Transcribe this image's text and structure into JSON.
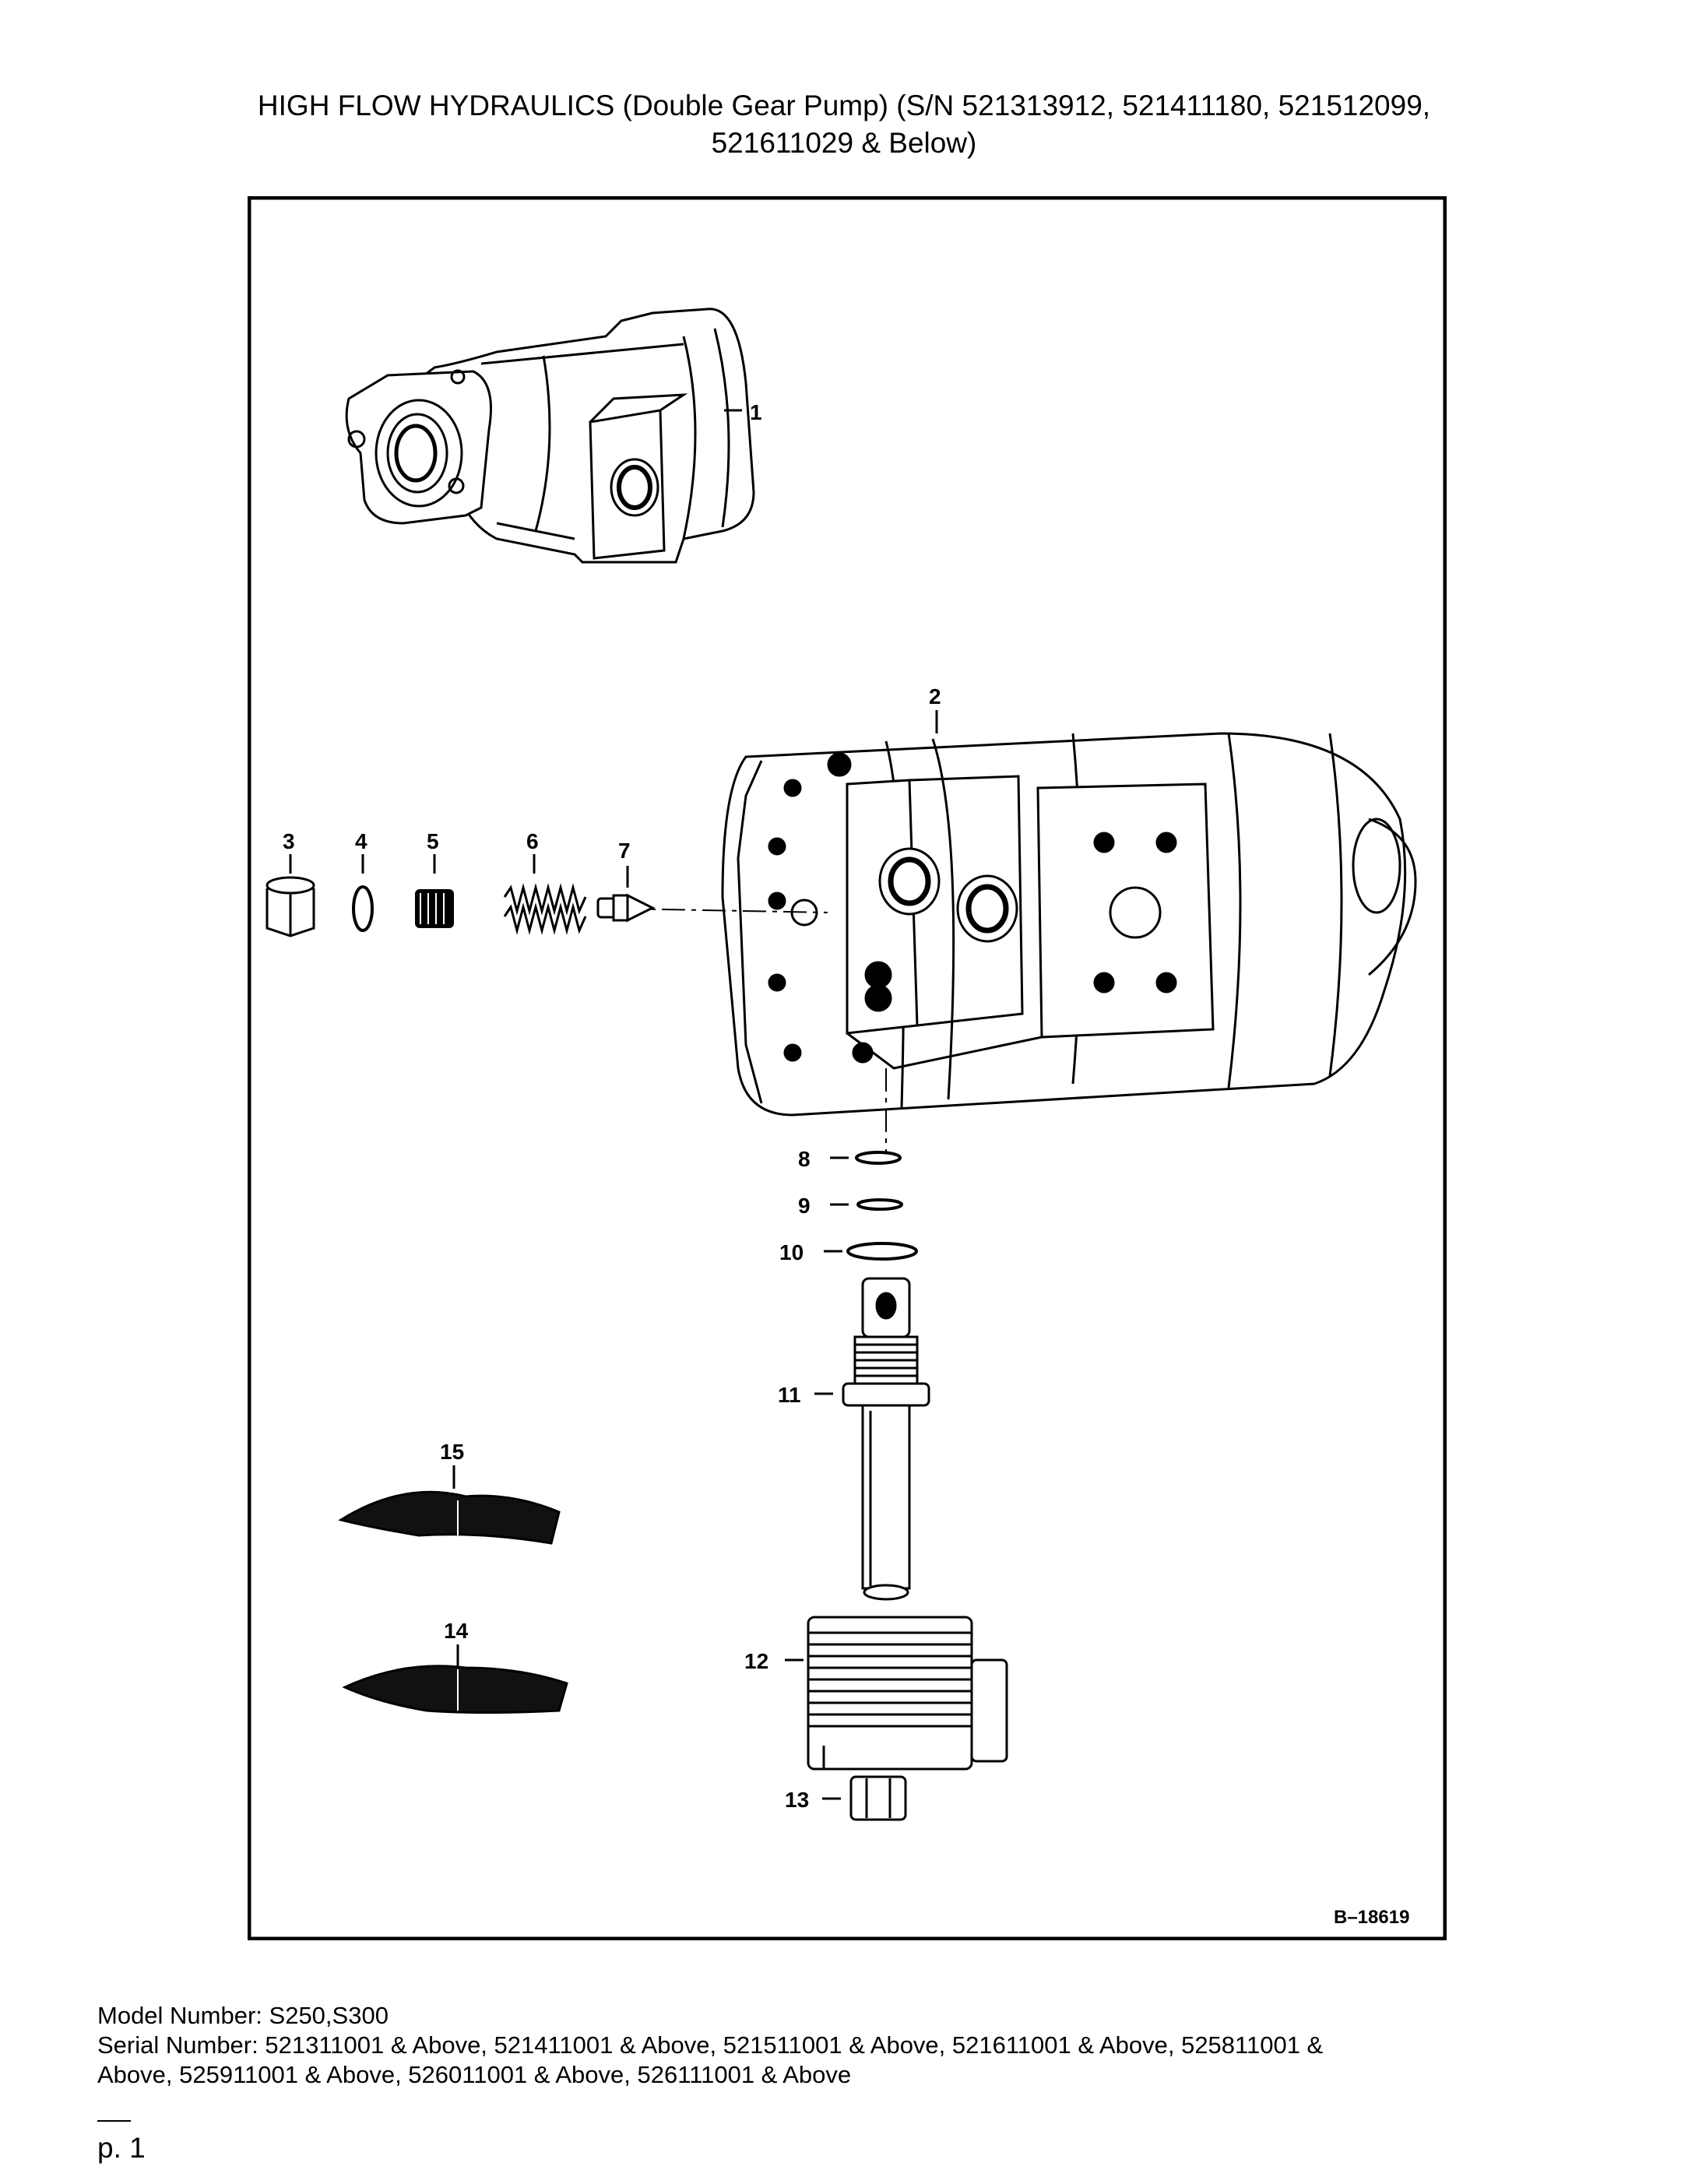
{
  "title": {
    "line1": "HIGH FLOW HYDRAULICS (Double Gear Pump) (S/N 521313912, 521411180, 521512099,",
    "line2": "521611029 & Below)"
  },
  "diagram": {
    "callouts": [
      "1",
      "2",
      "3",
      "4",
      "5",
      "6",
      "7",
      "8",
      "9",
      "10",
      "11",
      "12",
      "13",
      "14",
      "15"
    ],
    "figure_id": "B–18619"
  },
  "footer": {
    "model": "Model Number: S250,S300",
    "serial_line1": "Serial Number: 521311001 & Above, 521411001 & Above, 521511001 & Above, 521611001 & Above, 525811001 &",
    "serial_line2": "Above, 525911001 & Above, 526011001 & Above, 526111001 & Above",
    "page": "p. 1"
  }
}
